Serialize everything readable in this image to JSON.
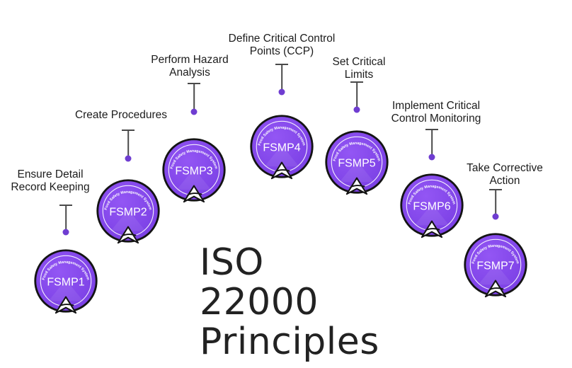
{
  "title": {
    "line1": "ISO 22000",
    "line2": "Principles"
  },
  "badge_ring_text": "Food Safety Management System",
  "colors": {
    "badge_fill": "#7a3fe4",
    "badge_fill_light": "#9356f4",
    "badge_border": "#141414",
    "dot": "#6f3dd1",
    "text": "#1c1c1c"
  },
  "icon": "triangle-logo-icon",
  "principles": [
    {
      "code": "FSMP1",
      "caption": [
        "Ensure Detail",
        "Record Keeping"
      ]
    },
    {
      "code": "FSMP2",
      "caption": [
        "Create Procedures"
      ]
    },
    {
      "code": "FSMP3",
      "caption": [
        "Perform Hazard",
        "Analysis"
      ]
    },
    {
      "code": "FSMP4",
      "caption": [
        "Define Critical Control",
        "Points (CCP)"
      ]
    },
    {
      "code": "FSMP5",
      "caption": [
        "Set Critical",
        "Limits"
      ]
    },
    {
      "code": "FSMP6",
      "caption": [
        "Implement Critical",
        "Control Monitoring"
      ]
    },
    {
      "code": "FSMP7",
      "caption": [
        "Take Corrective",
        "Action"
      ]
    }
  ]
}
